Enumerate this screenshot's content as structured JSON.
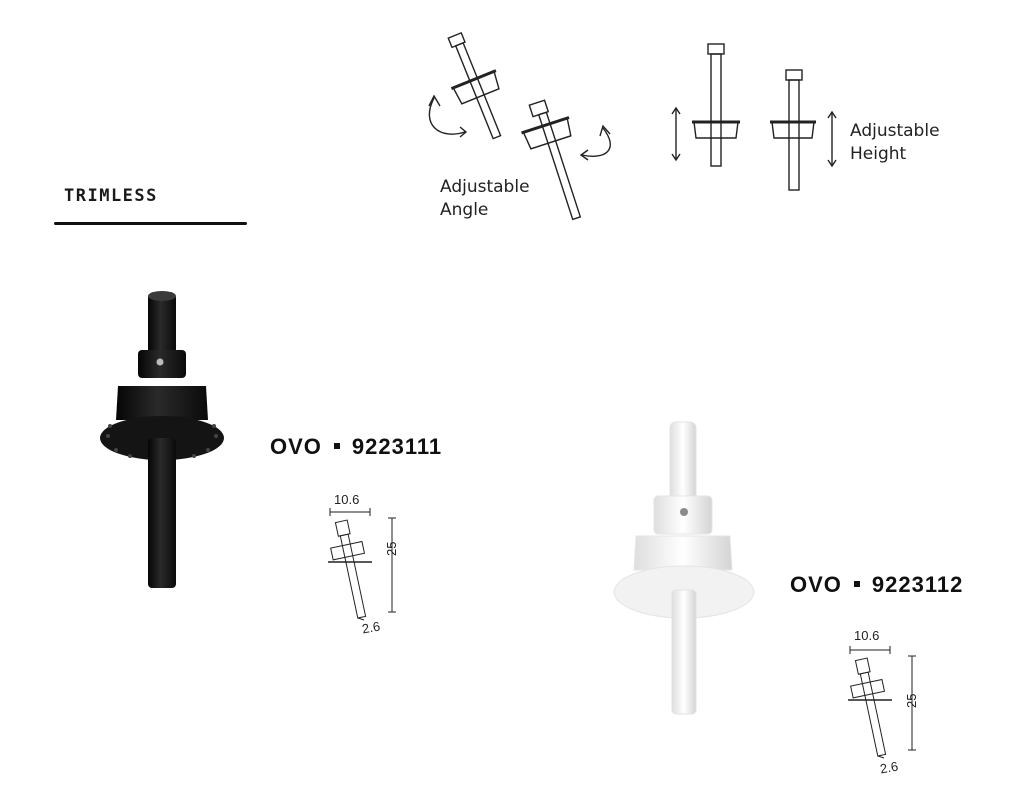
{
  "section": {
    "title": "TRIMLESS"
  },
  "features": {
    "angle": {
      "line1": "Adjustable",
      "line2": "Angle"
    },
    "height": {
      "line1": "Adjustable",
      "line2": "Height"
    }
  },
  "products": [
    {
      "name": "OVO",
      "code": "9223111",
      "finish": "black",
      "dims": {
        "width": "10.6",
        "height": "25",
        "diameter": "2.6"
      }
    },
    {
      "name": "OVO",
      "code": "9223112",
      "finish": "white",
      "dims": {
        "width": "10.6",
        "height": "25",
        "diameter": "2.6"
      }
    }
  ],
  "colors": {
    "black_finish": "#1c1c1c",
    "white_finish": "#f4f4f4",
    "line": "#222222"
  }
}
